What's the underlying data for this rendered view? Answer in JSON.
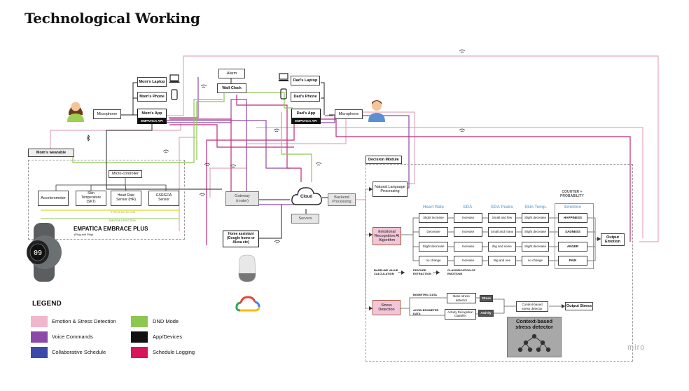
{
  "title": "Technological Working",
  "devices": {
    "moms_laptop": "Mom's Laptop",
    "moms_phone": "Mom's Phone",
    "dads_laptop": "Dad's Laptop",
    "dads_phone": "Dad's Phone",
    "alarm": "Alarm",
    "wall_clock": "Wall Clock",
    "microphone_left": "Microphone",
    "microphone_right": "Microphone",
    "moms_app": "Mom's App",
    "dads_app": "Dad's App",
    "empatica_api_left": "EMPATICA API",
    "empatica_api_right": "EMPATICA API",
    "moms_wearable": "Mom's wearable",
    "gateway": "Gateway\n(router)",
    "cloud": "Cloud",
    "backend": "Backend\nProcessing",
    "servers": "Servers",
    "home_assistant": "Home assistant\n(Google home or\nAlexa etc)"
  },
  "wearable": {
    "micro_controller": "Micro-controller",
    "accelerometer": "Accelerometer",
    "skin_temp": "Skin\nTemperature\n(SKT)",
    "heart_rate": "Heart Rate\nSensor (HR)",
    "gsr": "GSR/EDA\nSensor",
    "stress_detection": "STRESS DETECTION",
    "emotion_detection": "EMOTION DETECTION",
    "name": "EMPATICA EMBRACE PLUS",
    "subtitle": "(Plug and Play)",
    "watch_display": "09"
  },
  "decision": {
    "title": "Decision Module",
    "nlp": "Natural Language\nProcessing",
    "era": "Emotional\nRecognition AI\nAlgorithm",
    "stress": "Stress\nDetection",
    "counter": "COUNTER +\nPROBABILITY",
    "columns": [
      "Heart Rate",
      "EDA",
      "EDA Peaks",
      "Skin Temp.",
      "Emotion"
    ],
    "rows": [
      {
        "hr": "Slight increase",
        "eda": "Increase",
        "peaks": "Small and few",
        "temp": "Slight decrease",
        "emotion": "HAPPINESS"
      },
      {
        "hr": "Decrease",
        "eda": "Increase",
        "peaks": "Small and many",
        "temp": "Slight decrease",
        "emotion": "SADNESS"
      },
      {
        "hr": "Slight decrease",
        "eda": "Increase",
        "peaks": "Big and some",
        "temp": "Slight decrease",
        "emotion": "ANGER"
      },
      {
        "hr": "no change",
        "eda": "Increase",
        "peaks": "Big and one",
        "temp": "no change",
        "emotion": "PAIN"
      }
    ],
    "output_emotion": "Output\nEmotion",
    "baseline": "BASELINE VALUE\nCALCULATION",
    "feature": "FEATURE\nEXTRACTION",
    "classification": "CLASSIFICATION OF\nEMOTIONS",
    "biometric": "BIOMETRIC DATA",
    "accelerometer_data": "ACCELEROMETER\nDATA",
    "base_stress": "Base stress\ndetector",
    "activity_recog": "Activity Recognition\nClassifier",
    "stress_tag": "Stress",
    "activity_tag": "Activity",
    "context_stress": "Context-based\nstress detector",
    "output_stress": "Output Stress",
    "context_image_title": "Context-based\nstress detector"
  },
  "legend": {
    "title": "LEGEND",
    "items": [
      {
        "label": "Emotion & Stress Detection",
        "color": "#f0b6cc"
      },
      {
        "label": "Voice Commands",
        "color": "#8c4aa8"
      },
      {
        "label": "Collaborative Schedule",
        "color": "#3b4aa8"
      },
      {
        "label": "DND Mode",
        "color": "#8cc850"
      },
      {
        "label": "App/Devices",
        "color": "#111111"
      },
      {
        "label": "Schedule Logging",
        "color": "#d8145a"
      }
    ]
  },
  "watermark": "miro",
  "colors": {
    "pink_line": "#e4a6c0",
    "purple_line": "#8c4aa8",
    "green_line": "#8cc850",
    "black_line": "#222222",
    "magenta_line": "#c0287a",
    "cyan_head": "#7fb0d8"
  }
}
